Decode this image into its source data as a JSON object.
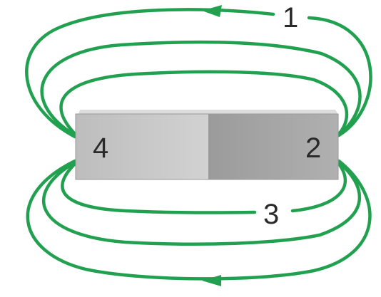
{
  "colors": {
    "field_line": "#21a150",
    "magnet_left_light": "#cfcfcf",
    "magnet_left_dark": "#a9a9a9",
    "magnet_right": "#a6a6a6",
    "magnet_top": "#d9d9d9",
    "label": "#2a2a2a"
  },
  "labels": {
    "top": "1",
    "right": "2",
    "bottom": "3",
    "left": "4"
  },
  "arrows": {
    "top_direction": "left",
    "bottom_direction": "left"
  }
}
